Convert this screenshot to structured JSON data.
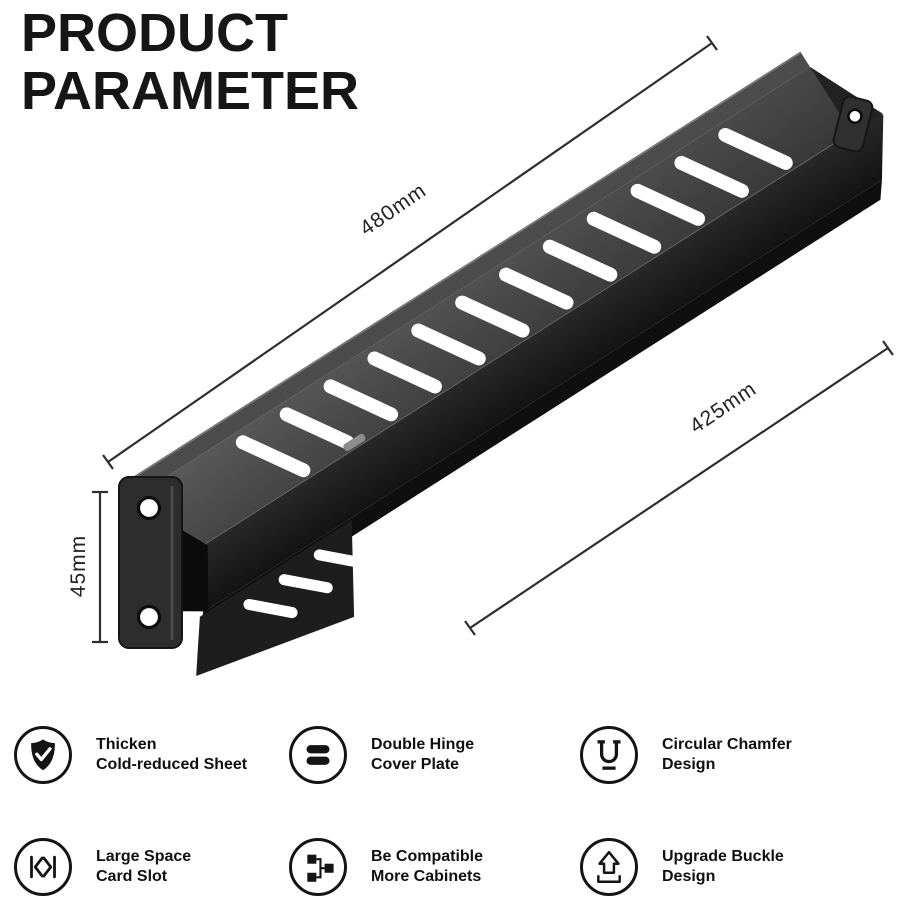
{
  "title": {
    "line1": "PRODUCT",
    "line2": "PARAMETER"
  },
  "dimensions": {
    "length_label": "480mm",
    "depth_label": "425mm",
    "height_label": "45mm"
  },
  "features": {
    "items": [
      {
        "icon": "shield-check-icon",
        "line1": "Thicken",
        "line2": "Cold-reduced Sheet"
      },
      {
        "icon": "double-hinge-icon",
        "line1": "Double Hinge",
        "line2": "Cover Plate"
      },
      {
        "icon": "chamfer-u-icon",
        "line1": "Circular Chamfer",
        "line2": "Design"
      },
      {
        "icon": "card-slot-arrows-icon",
        "line1": "Large Space",
        "line2": "Card Slot"
      },
      {
        "icon": "cabinet-network-icon",
        "line1": "Be Compatible",
        "line2": "More Cabinets"
      },
      {
        "icon": "upgrade-arrow-icon",
        "line1": "Upgrade Buckle",
        "line2": "Design"
      }
    ]
  },
  "colors": {
    "ink": "#111111",
    "background": "#ffffff",
    "metal_dark": "#161616",
    "metal_mid": "#474747",
    "metal_light": "#7a7a7a",
    "slot_white": "#ffffff",
    "dimension_line": "#2e2e2e"
  }
}
